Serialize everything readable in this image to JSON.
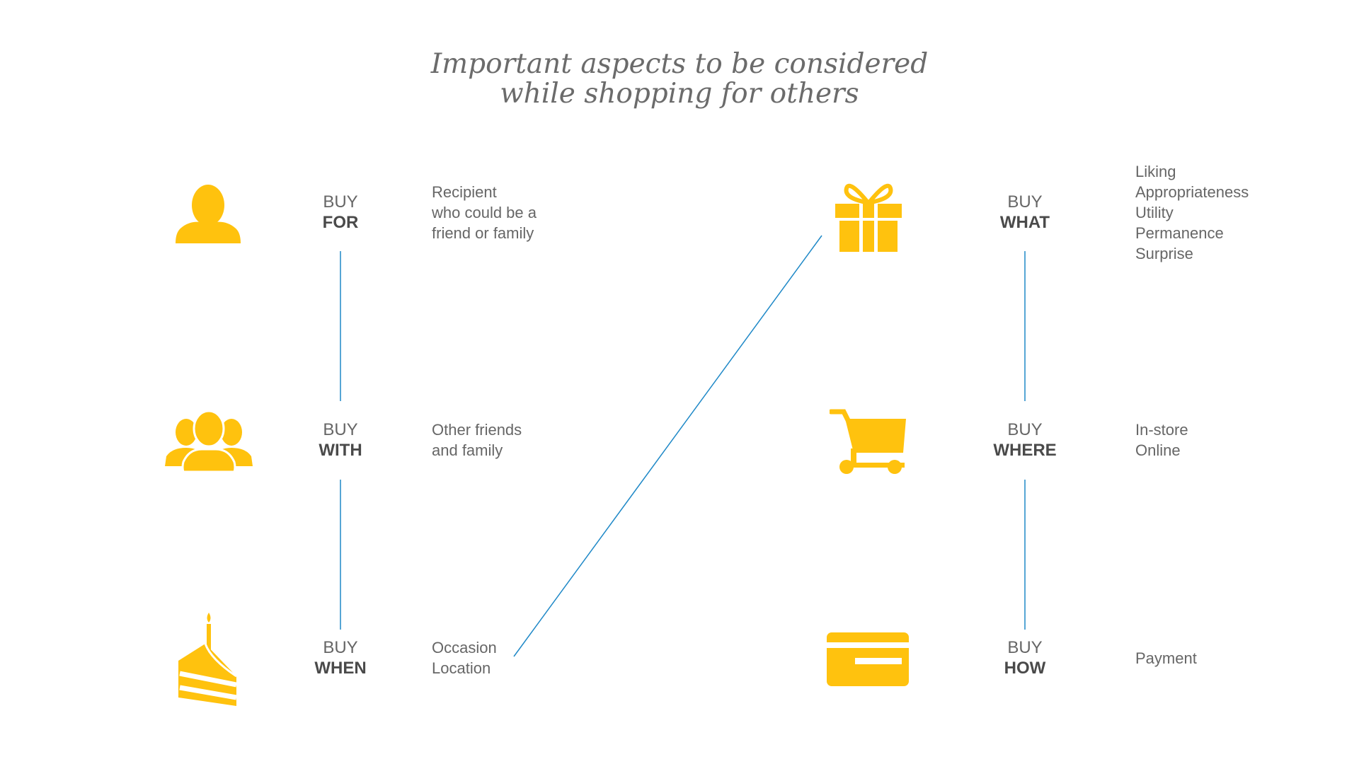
{
  "title": {
    "line1": "Important aspects to be considered",
    "line2": "while shopping for others"
  },
  "colors": {
    "icon": "#FFC20E",
    "connector": "#1E88C7",
    "text": "#666666",
    "label_bold": "#4A4A4A"
  },
  "nodes": {
    "for": {
      "icon": "person-icon",
      "buy": "BUY",
      "key": "FOR",
      "lines": [
        "Recipient",
        "who could be a",
        "friend or family"
      ]
    },
    "with": {
      "icon": "group-icon",
      "buy": "BUY",
      "key": "WITH",
      "lines": [
        "Other friends",
        "and family"
      ]
    },
    "when": {
      "icon": "cake-icon",
      "buy": "BUY",
      "key": "WHEN",
      "lines": [
        "Occasion",
        "Location"
      ]
    },
    "what": {
      "icon": "gift-icon",
      "buy": "BUY",
      "key": "WHAT",
      "lines": [
        "Liking",
        "Appropriateness",
        "Utility",
        "Permanence",
        "Surprise"
      ]
    },
    "where": {
      "icon": "cart-icon",
      "buy": "BUY",
      "key": "WHERE",
      "lines": [
        "In-store",
        "Online"
      ]
    },
    "how": {
      "icon": "credit-card-icon",
      "buy": "BUY",
      "key": "HOW",
      "lines": [
        "Payment"
      ]
    }
  }
}
